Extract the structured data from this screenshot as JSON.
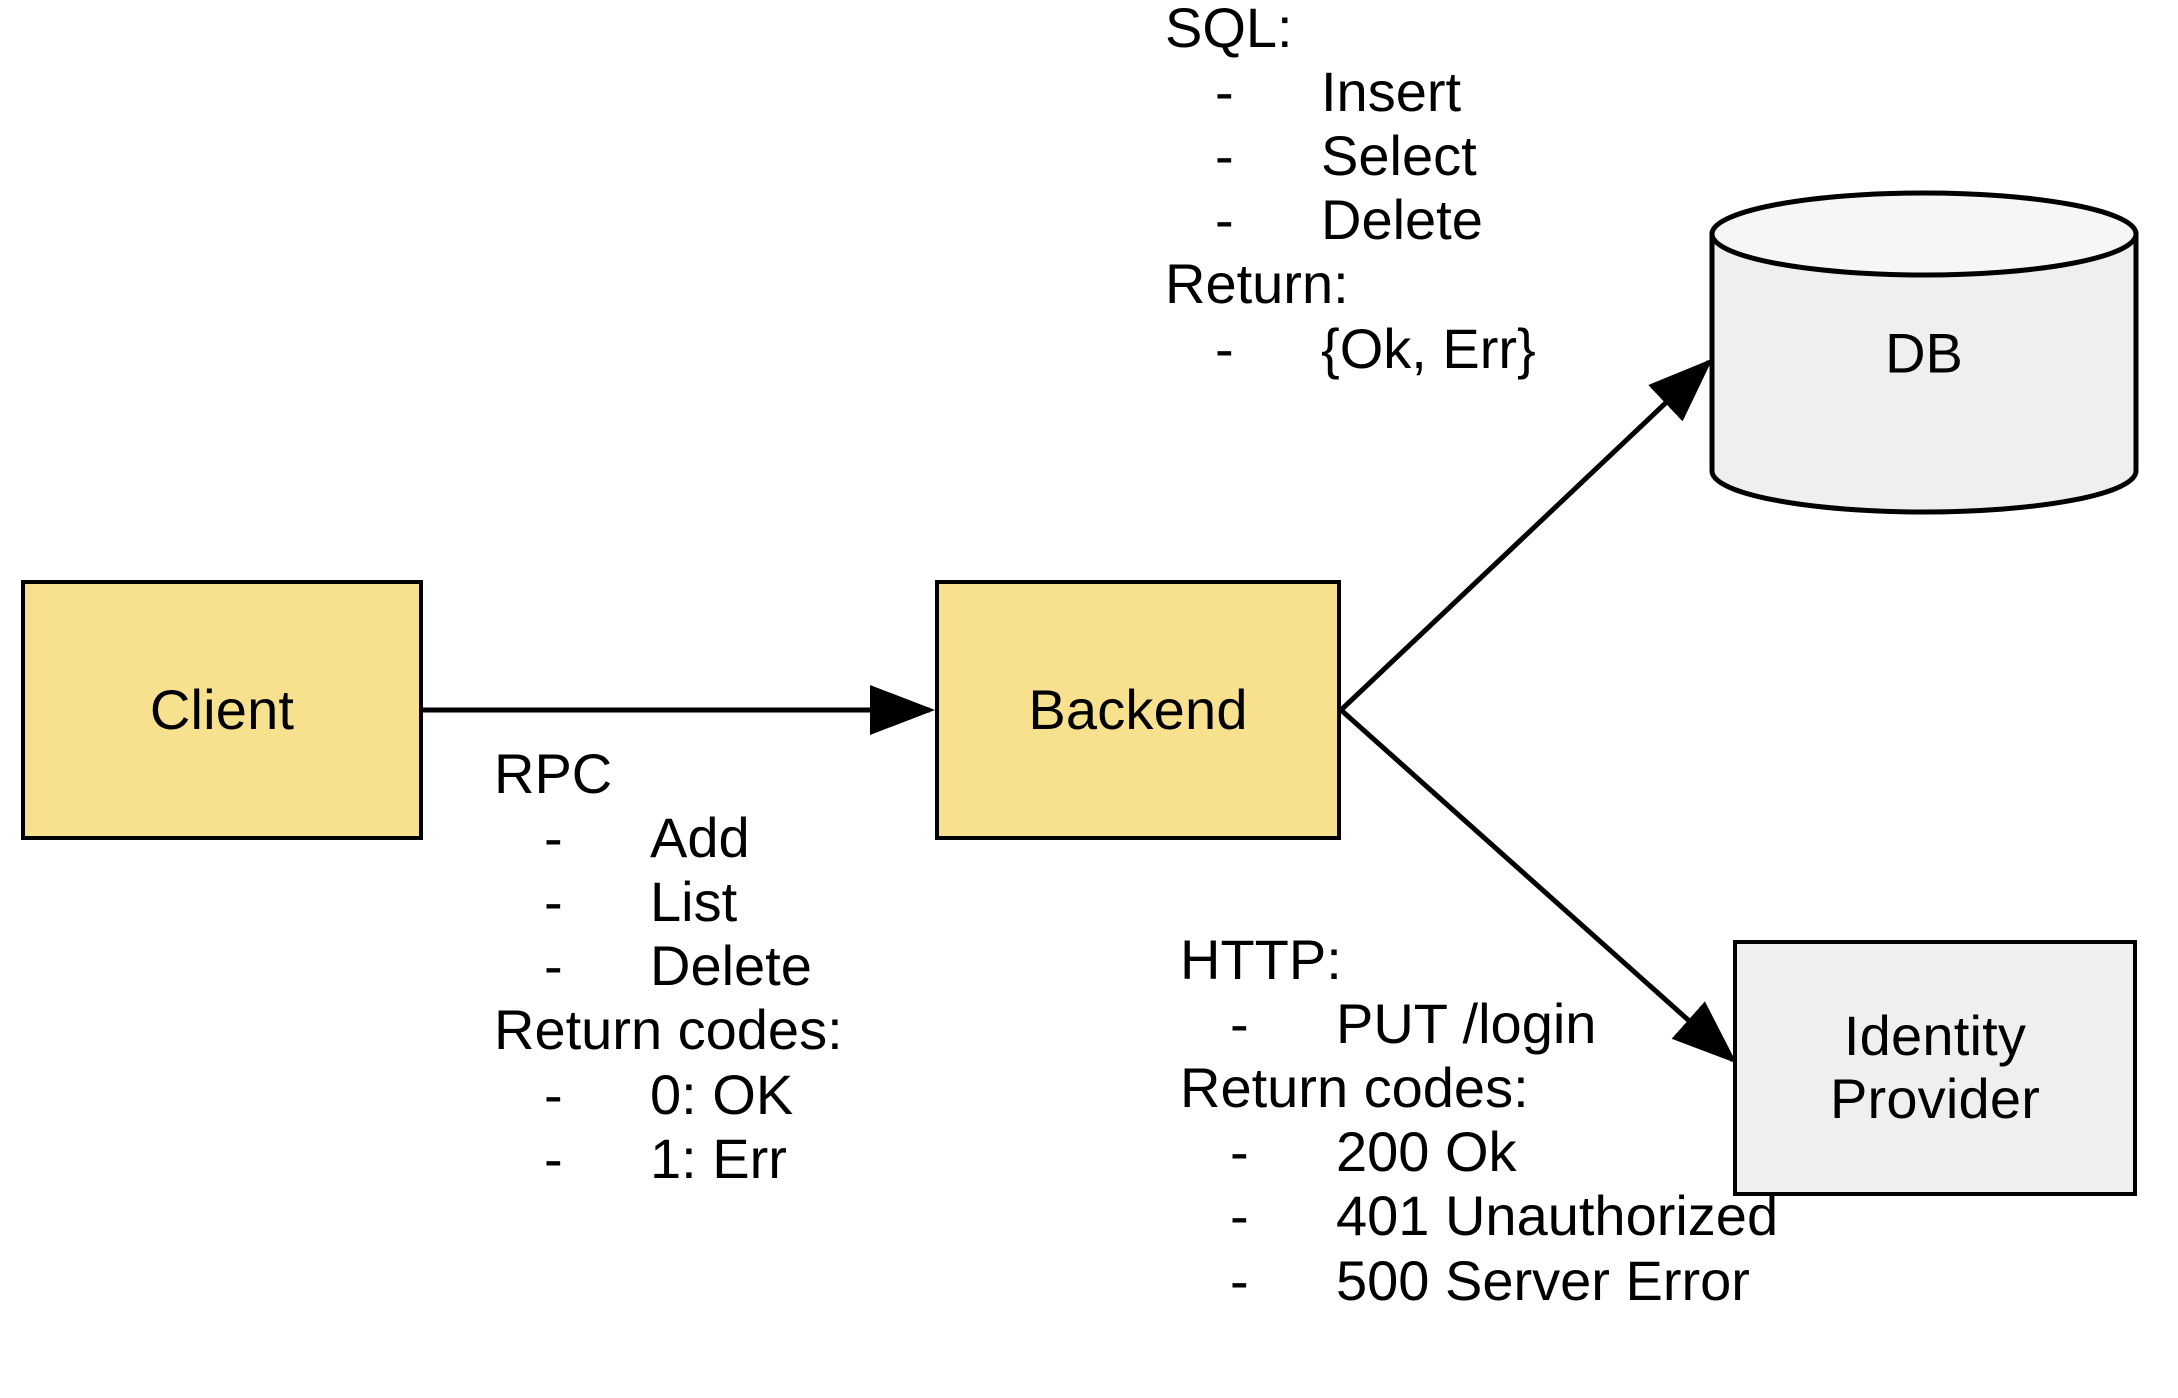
{
  "diagram": {
    "title": "Client Backend DB Identity Provider architecture",
    "colors": {
      "node_yellow": "#F7E08E",
      "node_gray": "#EFEFEF",
      "stroke": "#000000",
      "background": "#FFFFFF"
    },
    "nodes": {
      "client": {
        "label": "Client"
      },
      "backend": {
        "label": "Backend"
      },
      "db": {
        "label": "DB"
      },
      "idp": {
        "label": "Identity\nProvider"
      }
    },
    "annotations": {
      "rpc": {
        "heading": "RPC",
        "items": [
          {
            "dash": "-",
            "text": "Add"
          },
          {
            "dash": "-",
            "text": "List"
          },
          {
            "dash": "-",
            "text": "Delete"
          }
        ],
        "subheading": "Return codes:",
        "returns": [
          {
            "dash": "-",
            "text": "0: OK"
          },
          {
            "dash": "-",
            "text": "1: Err"
          }
        ]
      },
      "sql": {
        "heading": "SQL:",
        "items": [
          {
            "dash": "-",
            "text": "Insert"
          },
          {
            "dash": "-",
            "text": "Select"
          },
          {
            "dash": "-",
            "text": "Delete"
          }
        ],
        "subheading": "Return:",
        "returns": [
          {
            "dash": "-",
            "text": "{Ok, Err}"
          }
        ]
      },
      "http": {
        "heading": "HTTP:",
        "items": [
          {
            "dash": "-",
            "text": "PUT /login"
          }
        ],
        "subheading": "Return codes:",
        "returns": [
          {
            "dash": "-",
            "text": "200 Ok"
          },
          {
            "dash": "-",
            "text": "401 Unauthorized"
          },
          {
            "dash": "-",
            "text": "500 Server Error"
          }
        ]
      }
    },
    "edges": [
      {
        "name": "client-to-backend",
        "from": "client",
        "to": "backend"
      },
      {
        "name": "backend-to-db",
        "from": "backend",
        "to": "db"
      },
      {
        "name": "backend-to-idp",
        "from": "backend",
        "to": "idp"
      }
    ]
  }
}
